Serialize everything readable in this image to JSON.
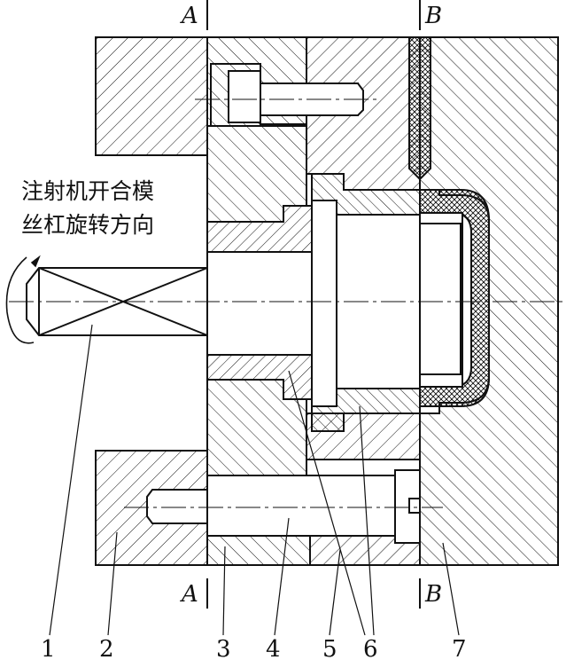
{
  "caption": {
    "line1": "注射机开合模",
    "line2": "丝杠旋转方向"
  },
  "section_marks": {
    "top_left": "A",
    "top_right": "B",
    "bottom_left": "A",
    "bottom_right": "B"
  },
  "part_numbers": [
    "1",
    "2",
    "3",
    "4",
    "5",
    "6",
    "7"
  ],
  "colors": {
    "line": "#111111",
    "background": "#ffffff"
  }
}
